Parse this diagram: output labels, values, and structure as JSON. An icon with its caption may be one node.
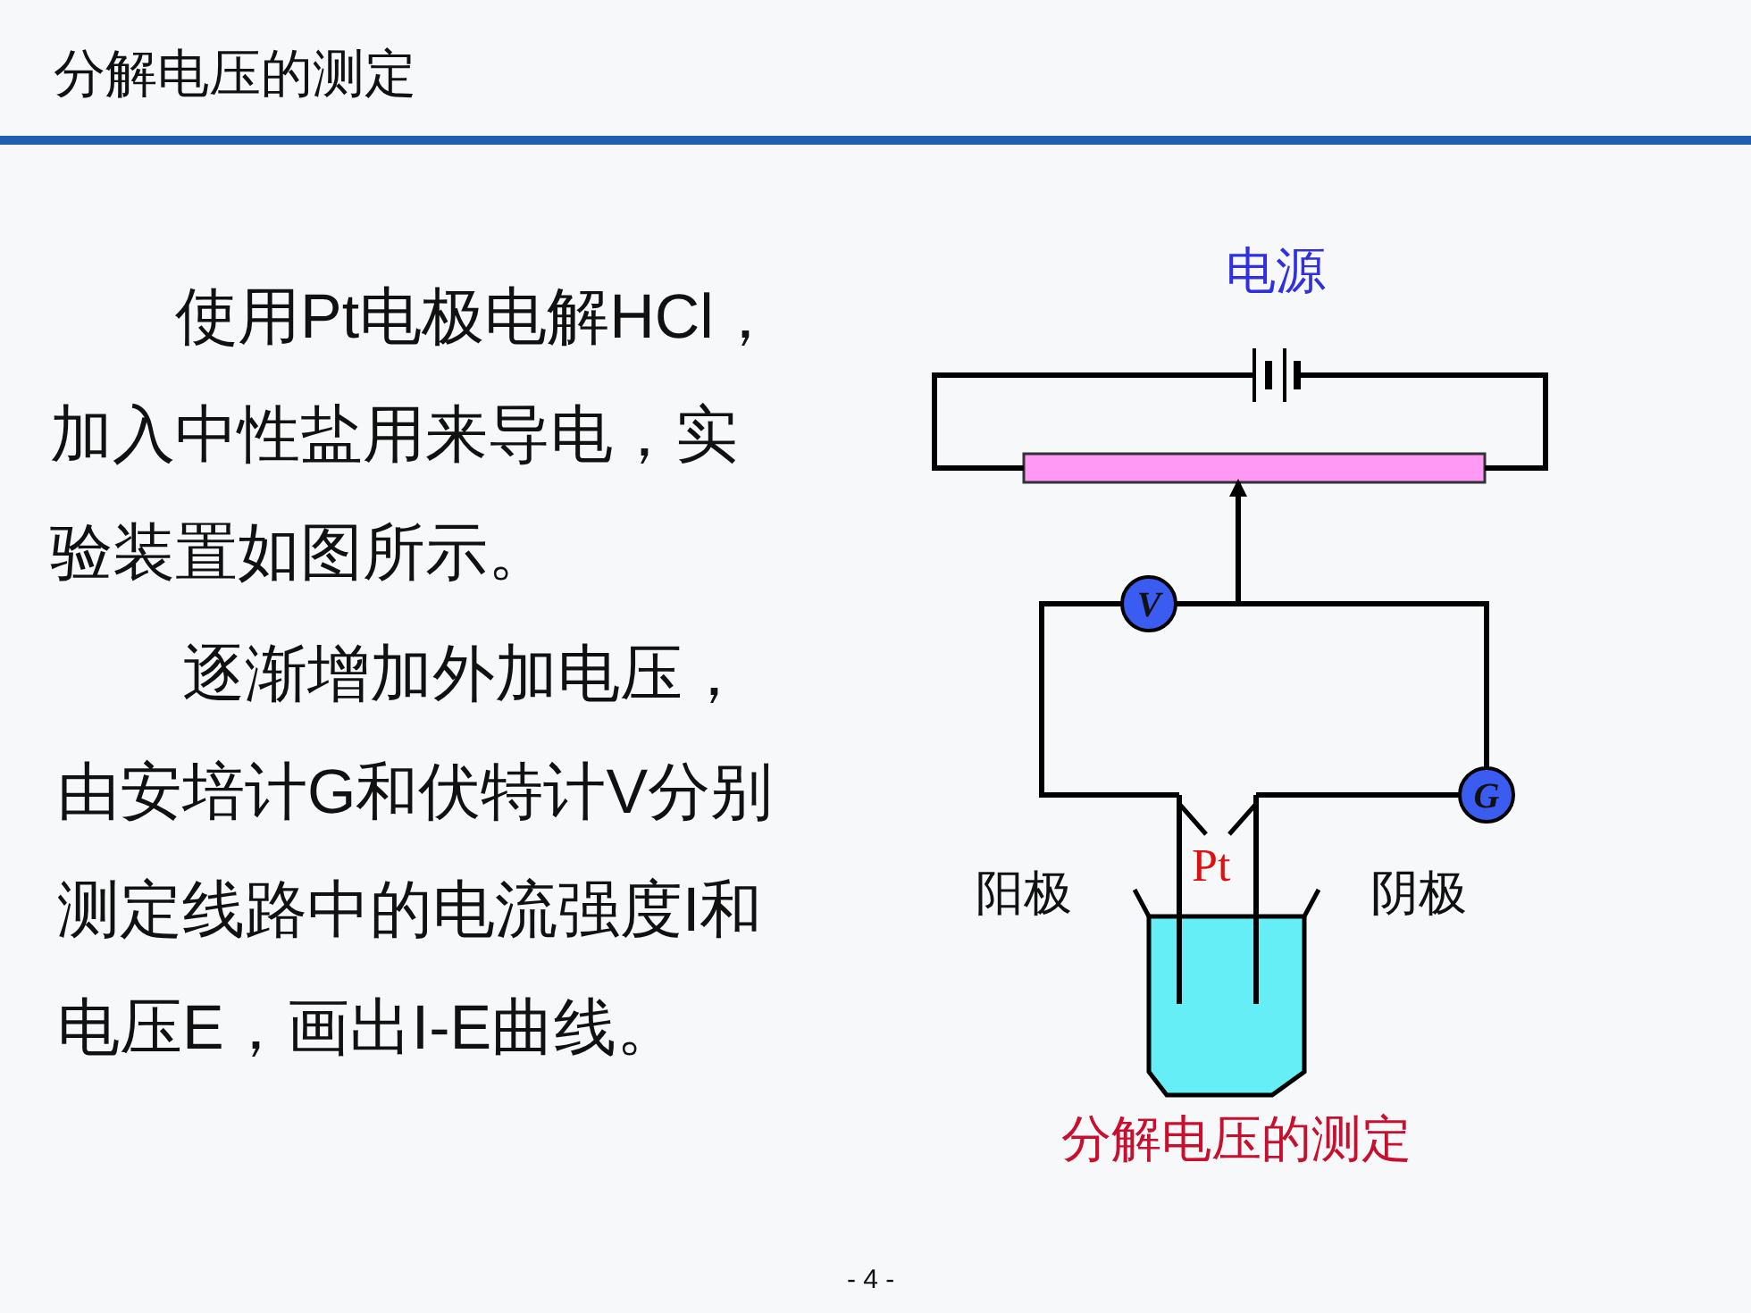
{
  "diagram": {
    "title": "分解电压的测定",
    "caption": "分解电压的测定",
    "nodes": [
      {
        "text": [],
        "shape": "battery"
      },
      {
        "text": [],
        "shape": "bar"
      },
      {
        "text": [
          "V"
        ]
      },
      {
        "text": [
          "G"
        ]
      },
      {
        "text": [],
        "shape": "bar"
      },
      {
        "text": [],
        "shape": "bar"
      }
    ],
    "edges": [
      {
        "from": 0,
        "to": 1,
        "arrow": "none"
      },
      {
        "from": 0,
        "to": 1,
        "arrow": "none"
      },
      {
        "from": null,
        "to": 1,
        "arrow": "to"
      },
      {
        "from": 2,
        "to": 3,
        "arrow": "none"
      },
      {
        "from": 2,
        "to": 4,
        "arrow": "none"
      },
      {
        "from": 3,
        "to": 5,
        "arrow": "none"
      }
    ],
    "labels": [
      "使用Pt电极电解HCl，加入中性盐用来导电，实验装置如图所示。",
      "逐渐增加外加电压，由安培计G和伏特计V分别测定线路中的电流强度I和电压E，画出I-E曲线。",
      "电源",
      "阳极",
      "Pt",
      "阴极",
      "- 4 -"
    ]
  }
}
